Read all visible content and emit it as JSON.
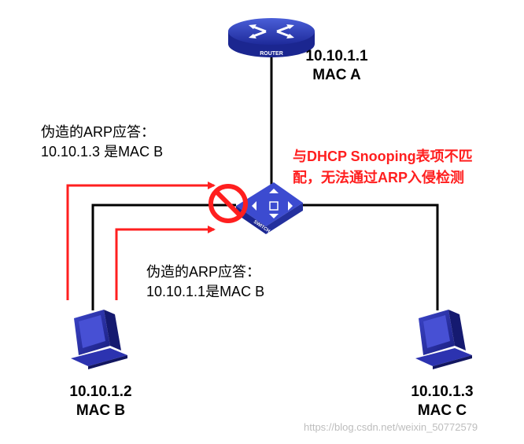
{
  "router": {
    "device_label": "ROUTER",
    "ip": "10.10.1.1",
    "mac": "MAC A"
  },
  "switch": {
    "device_label": "SWITCH"
  },
  "host_b": {
    "ip": "10.10.1.2",
    "mac": "MAC B"
  },
  "host_c": {
    "ip": "10.10.1.3",
    "mac": "MAC C"
  },
  "annotation_top": {
    "line1": "伪造的ARP应答：",
    "line2": "10.10.1.3 是MAC B"
  },
  "annotation_bottom": {
    "line1": "伪造的ARP应答：",
    "line2": "10.10.1.1是MAC B"
  },
  "warning": {
    "line1": "与DHCP Snooping表项不匹",
    "line2": "配，无法通过ARP入侵检测"
  },
  "watermark": "https://blog.csdn.net/weixin_50772579",
  "colors": {
    "link": "#000000",
    "attack": "#ff1f1f",
    "device": "#2a2ea8"
  }
}
